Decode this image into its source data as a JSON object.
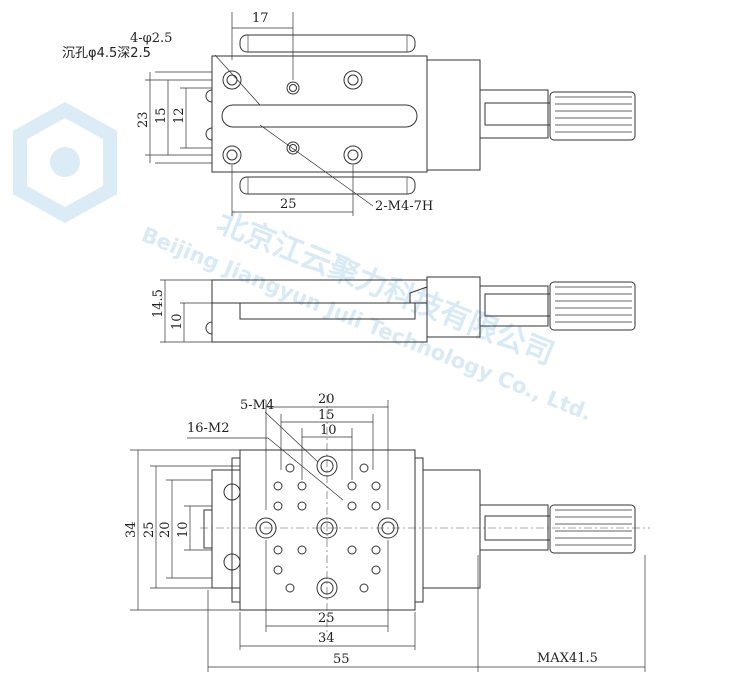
{
  "top_view": {
    "width_17": "17",
    "callout_holes": "4-φ2.5",
    "callout_counterbore": "沉孔φ4.5深2.5",
    "height_23": "23",
    "height_15": "15",
    "height_12": "12",
    "width_25": "25",
    "callout_tap": "2-M4-7H"
  },
  "side_view": {
    "height_14_5": "14.5",
    "height_10": "10"
  },
  "bottom_view": {
    "callout_m4": "5-M4",
    "callout_m2": "16-M2",
    "width_20": "20",
    "width_15": "15",
    "width_10": "10",
    "height_34": "34",
    "height_25": "25",
    "height_20": "20",
    "height_10": "10",
    "width_25": "25",
    "width_34": "34",
    "width_55": "55",
    "max_travel": "MAX41.5"
  },
  "watermark": {
    "company_cn": "北京江云聚力科技有限公司",
    "company_en": "Beijing Jiangyun Juli Technology Co., Ltd."
  },
  "colors": {
    "line": "#333333",
    "watermark": "#b8d9f0"
  }
}
